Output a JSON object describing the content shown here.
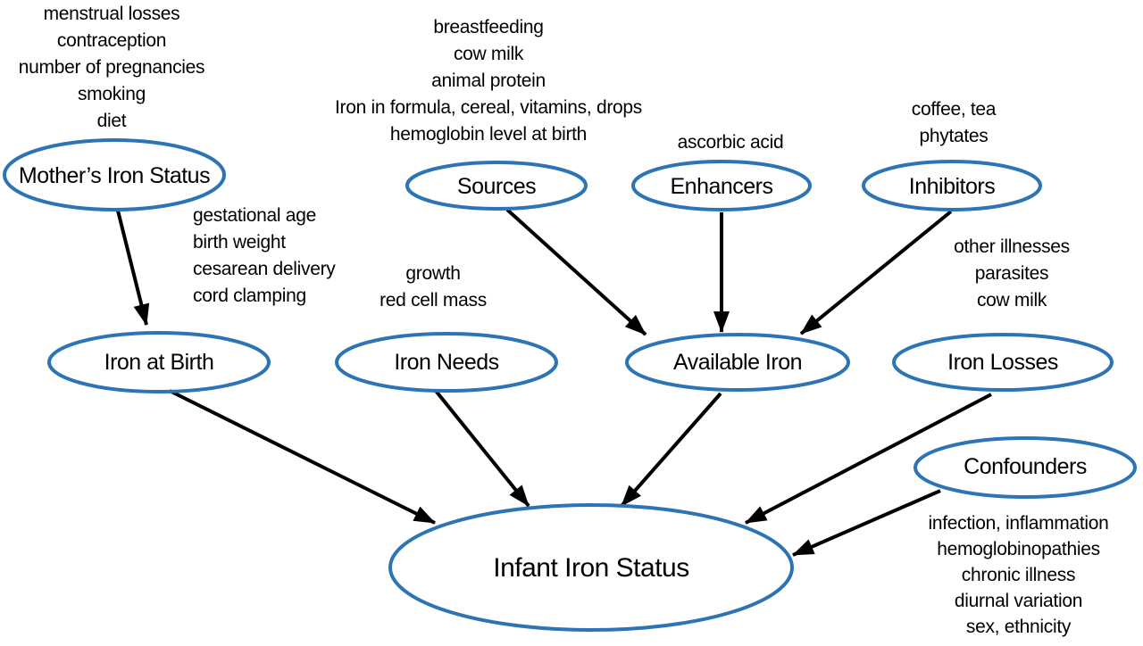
{
  "colors": {
    "ellipse_stroke": "#2d74b5",
    "arrow": "#000000",
    "text": "#000000",
    "background": "#ffffff"
  },
  "nodes": [
    {
      "id": "mothers-iron-status",
      "label": "Mother’s Iron Status"
    },
    {
      "id": "sources",
      "label": "Sources"
    },
    {
      "id": "enhancers",
      "label": "Enhancers"
    },
    {
      "id": "inhibitors",
      "label": "Inhibitors"
    },
    {
      "id": "iron-at-birth",
      "label": "Iron at Birth"
    },
    {
      "id": "iron-needs",
      "label": "Iron Needs"
    },
    {
      "id": "available-iron",
      "label": "Available Iron"
    },
    {
      "id": "iron-losses",
      "label": "Iron Losses"
    },
    {
      "id": "confounders",
      "label": "Confounders"
    },
    {
      "id": "infant-iron-status",
      "label": "Infant Iron Status"
    }
  ],
  "annotations": [
    {
      "near": "Mother’s Iron Status",
      "lines": [
        "menstrual losses",
        "contraception",
        "number of pregnancies",
        "smoking",
        "diet"
      ]
    },
    {
      "near": "Sources",
      "lines": [
        "breastfeeding",
        "cow milk",
        "animal protein",
        "Iron in formula, cereal, vitamins, drops",
        "hemoglobin level at birth"
      ]
    },
    {
      "near": "Enhancers",
      "lines": [
        "ascorbic acid"
      ]
    },
    {
      "near": "Inhibitors",
      "lines": [
        "coffee, tea",
        "phytates"
      ]
    },
    {
      "near": "Iron at Birth",
      "lines": [
        "gestational age",
        "birth weight",
        "cesarean delivery",
        "cord clamping"
      ]
    },
    {
      "near": "Iron Needs",
      "lines": [
        "growth",
        "red cell mass"
      ]
    },
    {
      "near": "Iron Losses",
      "lines": [
        "other illnesses",
        "parasites",
        "cow milk"
      ]
    },
    {
      "near": "Confounders",
      "lines": [
        "infection, inflammation",
        "hemoglobinopathies",
        "chronic illness",
        "diurnal variation",
        "sex, ethnicity"
      ]
    }
  ],
  "edges": [
    {
      "from": "Mother’s Iron Status",
      "to": "Iron at Birth"
    },
    {
      "from": "Sources",
      "to": "Available Iron"
    },
    {
      "from": "Enhancers",
      "to": "Available Iron"
    },
    {
      "from": "Inhibitors",
      "to": "Available Iron"
    },
    {
      "from": "Iron at Birth",
      "to": "Infant Iron Status"
    },
    {
      "from": "Iron Needs",
      "to": "Infant Iron Status"
    },
    {
      "from": "Available Iron",
      "to": "Infant Iron Status"
    },
    {
      "from": "Iron Losses",
      "to": "Infant Iron Status"
    },
    {
      "from": "Confounders",
      "to": "Infant Iron Status"
    }
  ]
}
